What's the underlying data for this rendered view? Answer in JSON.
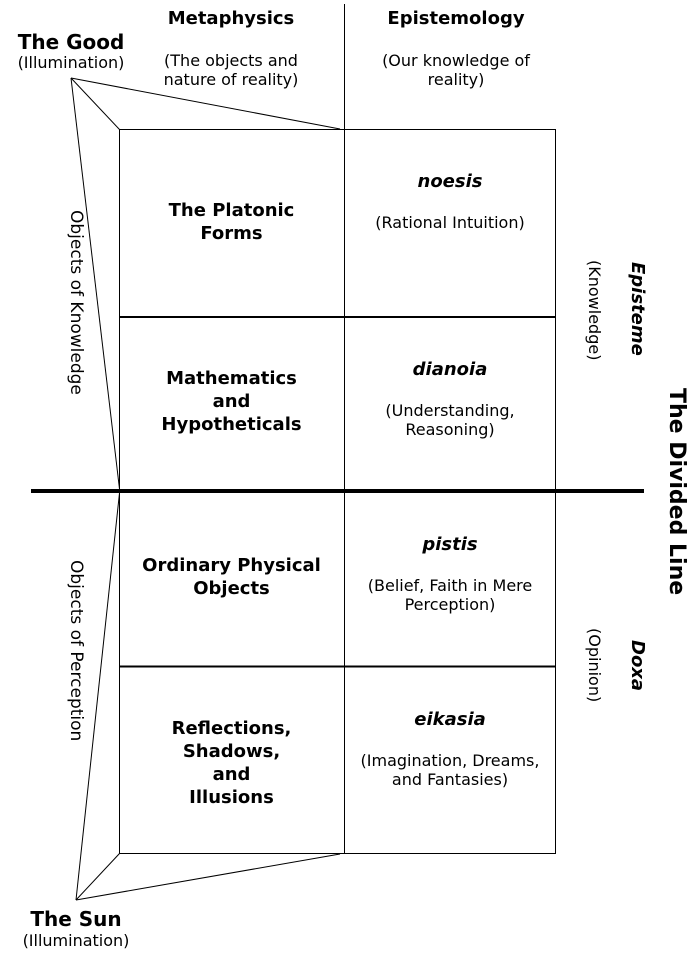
{
  "columns": {
    "metaphysics": {
      "title": "Metaphysics",
      "subtitle_lines": [
        "(The objects and",
        "nature of reality)"
      ]
    },
    "epistemology": {
      "title": "Epistemology",
      "subtitle_lines": [
        "(Our knowledge of",
        "reality)"
      ]
    }
  },
  "top_source": {
    "title": "The Good",
    "subtitle": "(Illumination)"
  },
  "bottom_source": {
    "title": "The Sun",
    "subtitle": "(Illumination)"
  },
  "objects": [
    {
      "lines": [
        "The Platonic",
        "Forms"
      ]
    },
    {
      "lines": [
        "Mathematics",
        "and",
        "Hypotheticals"
      ]
    },
    {
      "lines": [
        "Ordinary Physical",
        "Objects"
      ]
    },
    {
      "lines": [
        "Reflections,",
        "Shadows,",
        "and",
        "Illusions"
      ]
    }
  ],
  "faculties": [
    {
      "term": "noesis",
      "gloss_lines": [
        "(Rational Intuition)"
      ]
    },
    {
      "term": "dianoia",
      "gloss_lines": [
        "(Understanding,",
        "Reasoning)"
      ]
    },
    {
      "term": "pistis",
      "gloss_lines": [
        "(Belief, Faith in Mere",
        "Perception)"
      ]
    },
    {
      "term": "eikasia",
      "gloss_lines": [
        "(Imagination, Dreams,",
        "and Fantasies)"
      ]
    }
  ],
  "left_labels": {
    "upper": "Objects of Knowledge",
    "lower": "Objects of Perception"
  },
  "right_labels": {
    "upper": {
      "term": "Episteme",
      "sub": "(Knowledge)"
    },
    "lower": {
      "term": "Doxa",
      "sub": "(Opinion)"
    }
  },
  "diagram_title": "The Divided Line"
}
